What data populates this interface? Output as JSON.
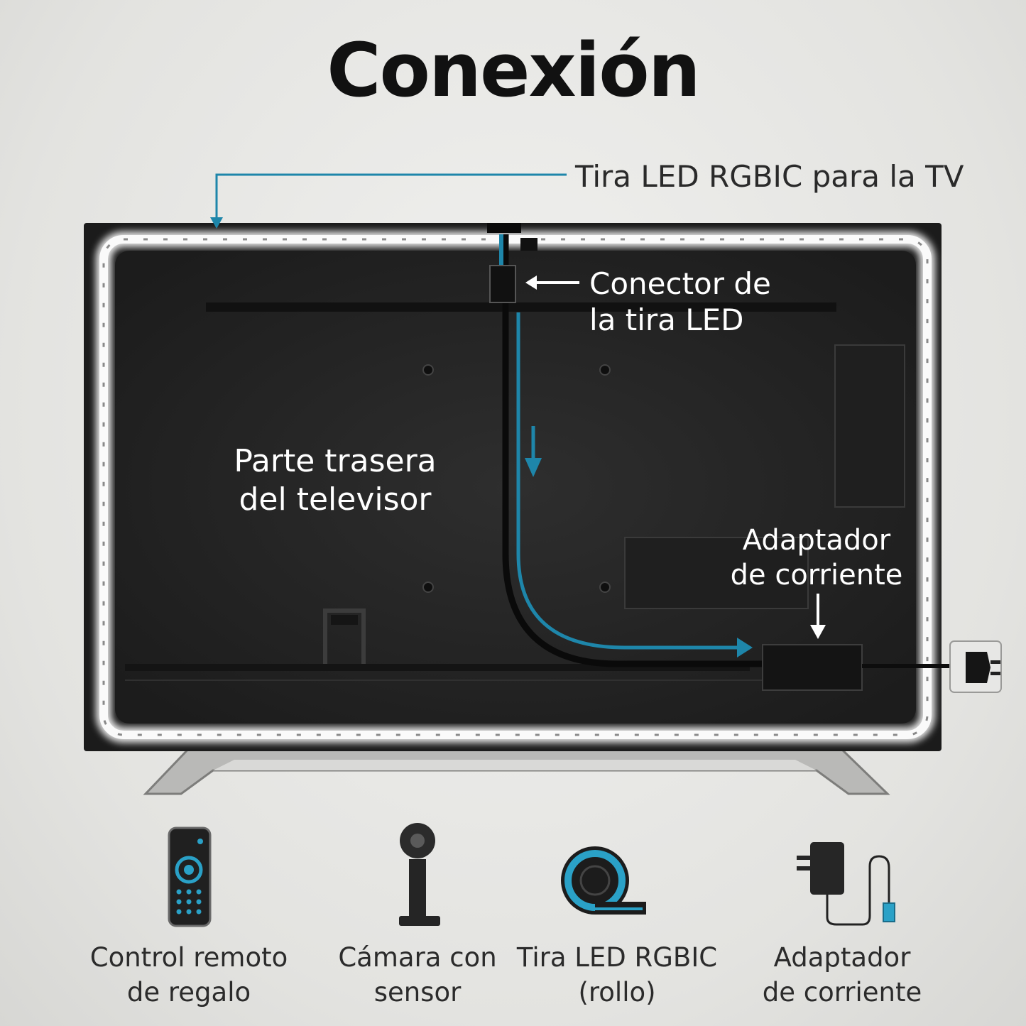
{
  "title": "Conexión",
  "callouts": {
    "strip_tv": "Tira LED RGBIC para la TV",
    "connector_line1": "Conector de",
    "connector_line2": "la tira LED",
    "back_line1": "Parte trasera",
    "back_line2": "del televisor",
    "adapter_line1": "Adaptador",
    "adapter_line2": "de corriente"
  },
  "accessories": [
    {
      "icon": "remote-control-icon",
      "line1": "Control remoto",
      "line2": "de regalo"
    },
    {
      "icon": "sensor-camera-icon",
      "line1": "Cámara con",
      "line2": "sensor"
    },
    {
      "icon": "led-strip-roll-icon",
      "line1": "Tira LED RGBIC",
      "line2": "(rollo)"
    },
    {
      "icon": "power-adapter-icon",
      "line1": "Adaptador",
      "line2": "de corriente"
    }
  ],
  "colors": {
    "accent_blue": "#1e86aa",
    "tv_back": "#262626",
    "led_glow": "#ffffff"
  }
}
